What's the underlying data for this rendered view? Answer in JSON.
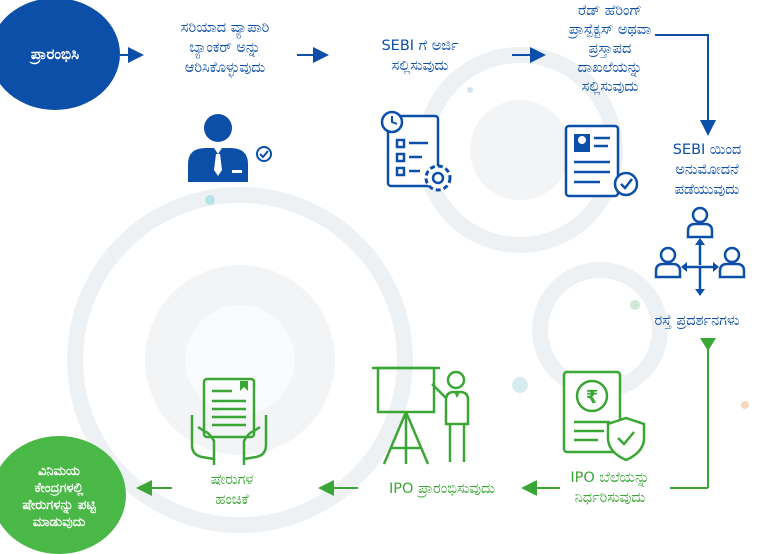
{
  "steps": {
    "start": "ಪ್ರಾರಂಭಿಸಿ",
    "appoint_banker": "ಸರಿಯಾದ ವ್ಯಾಪಾರಿ\nಬ್ಯಾಂಕರ್ ಅನ್ನು\nಆರಿಸಿಕೊಳ್ಳುವುದು",
    "sebi_apply": "SEBI ಗೆ ಅರ್ಜಿ\nಸಲ್ಲಿಸುವುದು",
    "drhp": "ರೆಡ್ ಹೆರಿಂಗ್\nಪ್ರಾಸ್ಪೆಕ್ಟಸ್ ಅಥವಾ\nಪ್ರಸ್ತಾಪದ\nದಾಖಲೆಯನ್ನು\nಸಲ್ಲಿಸುವುದು",
    "sebi_approval": "SEBI ಯಿಂದ\nಅನುಮೋದನೆ\nಪಡೆಯುವುದು",
    "roadshows": "ರಸ್ತೆ ಪ್ರದರ್ಶನಗಳು",
    "pricing": "IPO ಬೆಲೆಯನ್ನು\nನಿರ್ಧರಿಸುವುದು",
    "launch": "IPO ಪ್ರಾರಂಭಿಸುವುದು",
    "allotment": "ಷೇರುಗಳ\nಹಂಚಿಕೆ",
    "listing": "ವಿನಿಮಯ\nಕೇಂದ್ರಗಳಲ್ಲಿ\nಷೇರುಗಳನ್ನು ಪಟ್ಟಿ\nಮಾಡುವುದು"
  },
  "icons": {
    "banker": "businessman-check-icon",
    "sebi": "document-clock-gear-icon",
    "drhp": "resume-document-check-icon",
    "network": "people-network-icon",
    "pricing": "rupee-document-shield-icon",
    "launch": "presenter-board-icon",
    "allotment": "hands-document-icon"
  },
  "colors": {
    "blue": "#0b4fa8",
    "green": "#3aa635",
    "light_green": "#4ab847"
  }
}
